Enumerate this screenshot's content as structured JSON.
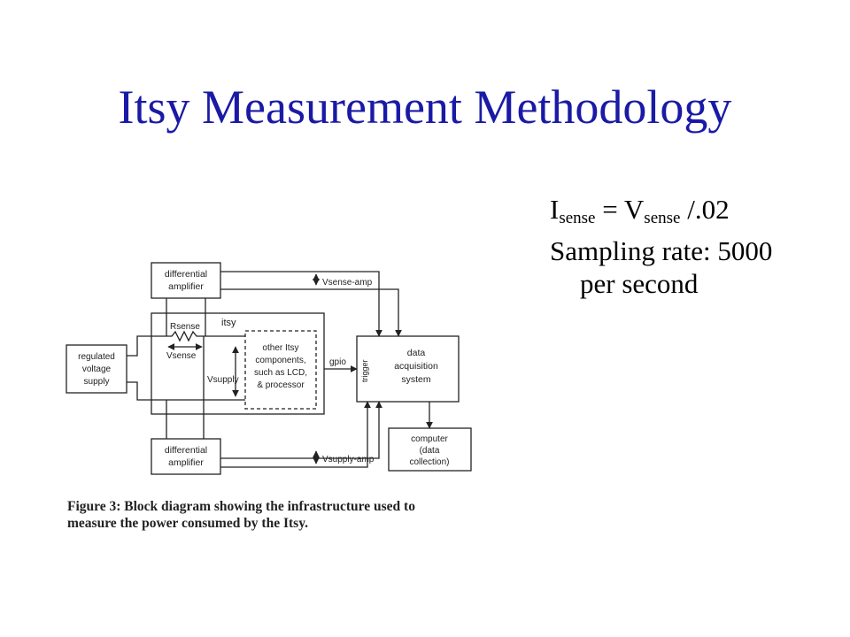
{
  "slide": {
    "title": "Itsy Measurement Methodology",
    "bullets": {
      "formula": {
        "i": "I",
        "i_sub": "sense",
        "eq": " = V",
        "v_sub": "sense",
        "rest": " /.02"
      },
      "sampling_line1": "Sampling rate: 5000",
      "sampling_line2": "per second"
    }
  },
  "figure": {
    "caption_line1": "Figure 3: Block diagram showing the infrastructure used to",
    "caption_line2": "measure the power consumed by the Itsy.",
    "labels": {
      "diff_amp_top_l1": "differential",
      "diff_amp_top_l2": "amplifier",
      "diff_amp_bot_l1": "differential",
      "diff_amp_bot_l2": "amplifier",
      "itsy": "itsy",
      "rsense": "Rsense",
      "vsense": "Vsense",
      "vsupply": "Vsupply",
      "regulated_l1": "regulated",
      "regulated_l2": "voltage",
      "regulated_l3": "supply",
      "other_l1": "other Itsy",
      "other_l2": "components,",
      "other_l3": "such as LCD,",
      "other_l4": "& processor",
      "gpio": "gpio",
      "trigger": "trigger",
      "daq_l1": "data",
      "daq_l2": "acquisition",
      "daq_l3": "system",
      "computer_l1": "computer",
      "computer_l2": "(data",
      "computer_l3": "collection)",
      "vsense_amp": "Vsense-amp",
      "vsupply_amp": "Vsupply-amp"
    }
  }
}
